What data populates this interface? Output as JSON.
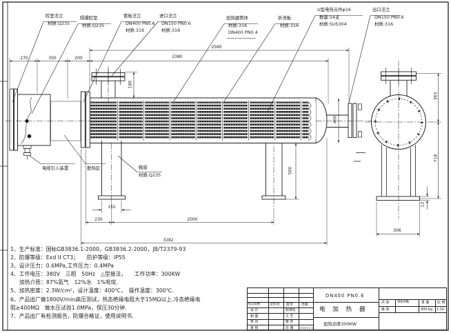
{
  "callouts": [
    {
      "title": "腔室法兰",
      "line1": "材质:Q235"
    },
    {
      "title": "隔爆腔室",
      "line1": "材质:Q235"
    },
    {
      "title": "管板法兰",
      "line1": "DN400 PN0.6",
      "line2": "材质:316"
    },
    {
      "title": "进口法兰",
      "line1": "DN150 PN0.6",
      "line2": "材质:316"
    },
    {
      "title": "加热器筒体",
      "line1": "材质:316",
      "line2": "DN400 PN0.4"
    },
    {
      "title": "折流板",
      "line1": "材质:316"
    },
    {
      "title": "U型电热元件φ16",
      "line1": "数量:54支",
      "line2": "材质:SUS304"
    },
    {
      "title": "出口法兰",
      "line1": "DN150 PN0.6",
      "line2": "材质:316"
    },
    {
      "title": "电缆引入装置"
    },
    {
      "title": "散热区"
    },
    {
      "title": "鞍座",
      "line1": "材质:Q235"
    }
  ],
  "dims": {
    "seg270": "270",
    "seg300": "300",
    "seg200": "200",
    "overall2580": "2580",
    "span2380": "2380",
    "inlet180": "180",
    "leg500": "500",
    "saddle155": "155",
    "off230": "230",
    "span2000": "2000",
    "total3282": "3282",
    "head400": "400",
    "side363": "363",
    "side718": "718",
    "base306": "306",
    "plate12": "12"
  },
  "notes": [
    "1、生产标准：国标GB3836.1-2000，GB3836.2-2000，JB/T2379-93",
    "2、防爆等级：Exd II CT3；　　防护等级：IP55",
    "3、设计压力：0.6MPa,工作压力：0.4MPa",
    "4、工作电压：380V　三相　50Hz　△型接法，　　工作功率：300KW",
    "加热介质：87%氮气　12%水　1%吡啶.",
    "5、加热密度：2.3W/cm²，设计温度：400℃，　操作温度：300℃.",
    "6、产品出厂做1800V/min高压测试，热态绝缘电阻大于15MΩ以上.冷态绝缘电",
    "阻≥400MΩ　做水压试验1.0MPa，保压30分钟.",
    "7、产品出厂有检测报告，防爆合格证，使用说明书."
  ],
  "title_block": {
    "rev_cols": [
      "标记处数",
      "文件号",
      "签字",
      "日期"
    ],
    "rows": [
      {
        "c0": "设 计",
        "c2": "标准化",
        "c3": ""
      },
      {
        "c0": "制 图",
        "c2": "工 艺",
        "c3": ""
      },
      {
        "c0": "校 对",
        "c2": "审 定",
        "c3": ""
      },
      {
        "c0": "审 核",
        "c2": "日 期",
        "c3": "2005.01.10"
      }
    ],
    "model": "DN400 PN0.6",
    "name": "电 加 热 器",
    "power": "加热功率300KW",
    "qty_header": [
      "共  张",
      "单机件数",
      "重 量",
      "比 例"
    ],
    "qty_row": [
      "第  张",
      "",
      "900 Kg",
      "1:10"
    ]
  }
}
